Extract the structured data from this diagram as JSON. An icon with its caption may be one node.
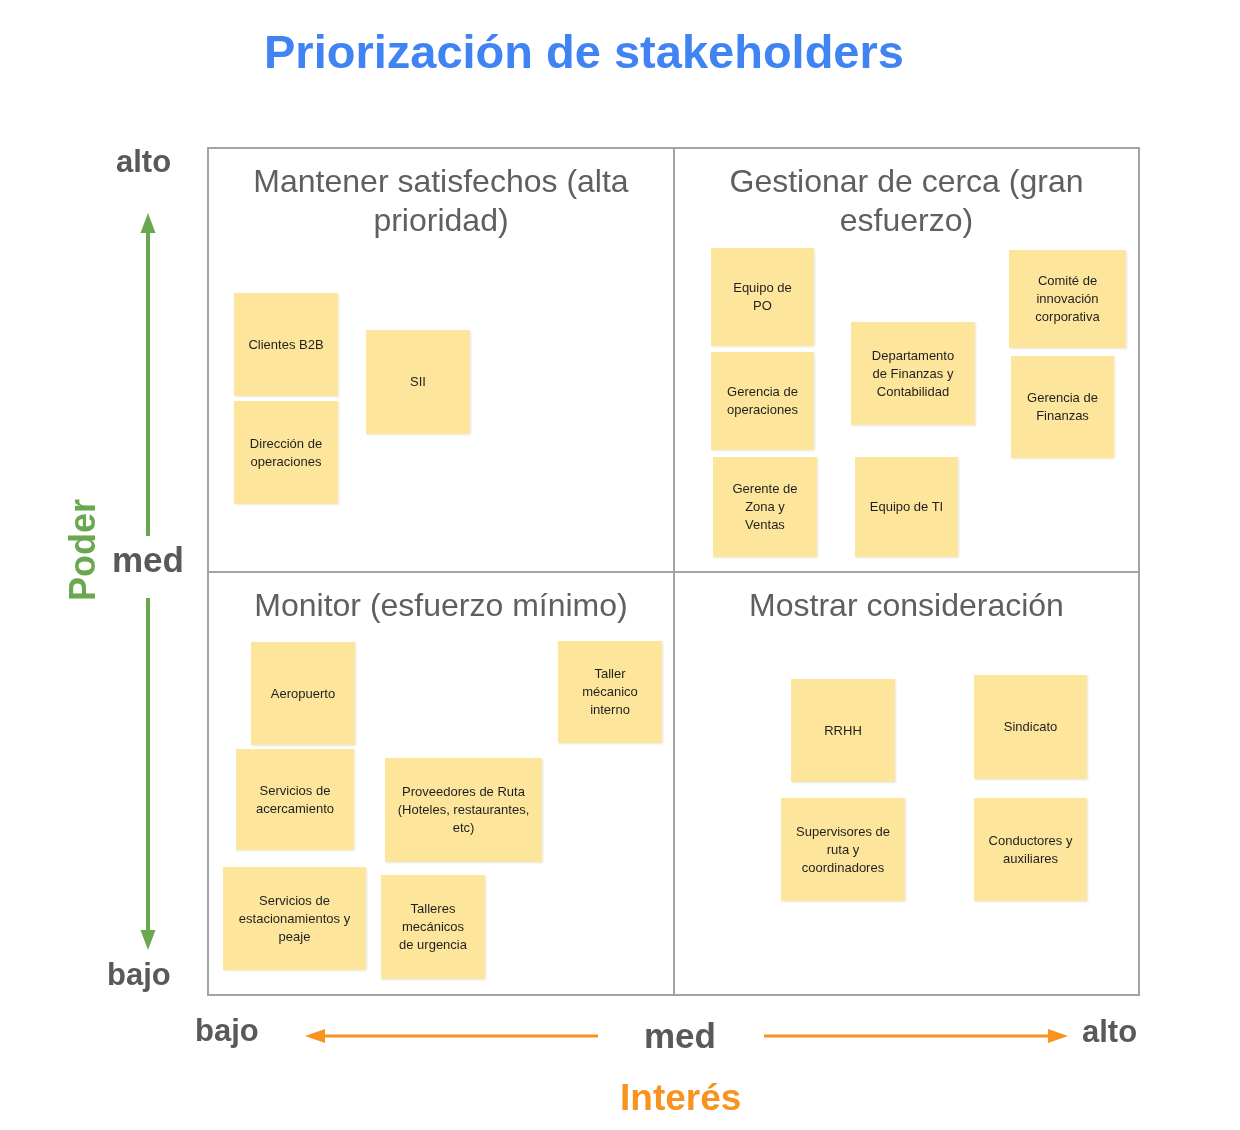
{
  "diagram": {
    "title": "Priorización de stakeholders",
    "nodes": [
      {
        "text": [
          "Mantener satisfechos (alta prioridad)"
        ]
      },
      {
        "text": [
          "Clientes B2B"
        ],
        "in": 0
      },
      {
        "text": [
          "SII"
        ],
        "in": 0
      },
      {
        "text": [
          "Dirección de operaciones"
        ],
        "in": 0
      },
      {
        "text": [
          "Gestionar de cerca (gran esfuerzo)"
        ]
      },
      {
        "text": [
          "Equipo de PO"
        ],
        "in": 4
      },
      {
        "text": [
          "Comité de innovación corporativa"
        ],
        "in": 4
      },
      {
        "text": [
          "Gerencia de operaciones"
        ],
        "in": 4
      },
      {
        "text": [
          "Departamento de Finanzas y Contabilidad"
        ],
        "in": 4
      },
      {
        "text": [
          "Gerencia de Finanzas"
        ],
        "in": 4
      },
      {
        "text": [
          "Gerente de Zona y Ventas"
        ],
        "in": 4
      },
      {
        "text": [
          "Equipo de TI"
        ],
        "in": 4
      },
      {
        "text": [
          "Monitor (esfuerzo mínimo)"
        ]
      },
      {
        "text": [
          "Aeropuerto"
        ],
        "in": 12
      },
      {
        "text": [
          "Taller mécanico interno"
        ],
        "in": 12
      },
      {
        "text": [
          "Servicios de acercamiento"
        ],
        "in": 12
      },
      {
        "text": [
          "Proveedores de Ruta (Hoteles, restaurantes, etc)"
        ],
        "in": 12
      },
      {
        "text": [
          "Servicios de estacionamientos y peaje"
        ],
        "in": 12
      },
      {
        "text": [
          "Talleres mecánicos de urgencia"
        ],
        "in": 12
      },
      {
        "text": [
          "Mostrar consideración"
        ]
      },
      {
        "text": [
          "RRHH"
        ],
        "in": 19
      },
      {
        "text": [
          "Sindicato"
        ],
        "in": 19
      },
      {
        "text": [
          "Supervisores de ruta y coordinadores"
        ],
        "in": 19
      },
      {
        "text": [
          "Conductores y auxiliares"
        ],
        "in": 19
      }
    ],
    "labels": [
      "alto",
      "Poder",
      "med",
      "bajo",
      "bajo",
      "med",
      "alto",
      "Interés"
    ]
  }
}
